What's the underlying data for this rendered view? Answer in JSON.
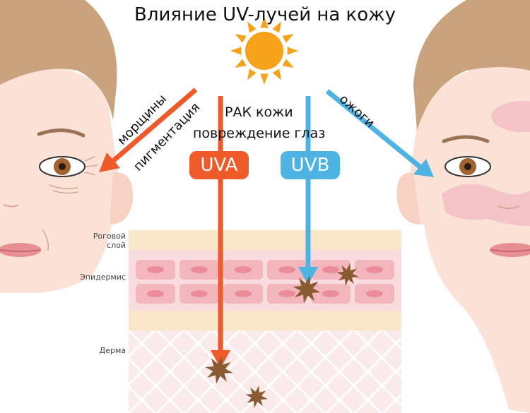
{
  "title": "Влияние UV-лучей на кожу",
  "labels": {
    "skin_cancer": "РАК кожи",
    "eye_damage": "повреждение глаз",
    "wrinkles": "морщины",
    "pigmentation": "пигментация",
    "burns": "ожоги"
  },
  "badges": {
    "uva": "UVA",
    "uvb": "UVB"
  },
  "layers": {
    "horny_line1": "Роговой",
    "horny_line2": "слой",
    "epidermis": "Эпидермис",
    "dermis": "Дерма"
  },
  "colors": {
    "uva": "#ef5a2a",
    "uvb": "#4db3e3",
    "sun": "#f7a21b",
    "skin": "#fbe1d6",
    "hair": "#c9a27e",
    "horny_layer": "#fae6c8",
    "epidermis": "#f9dcdf",
    "cell": "#f4b6bd",
    "dermis": "#fbeaea",
    "damage": "#8a5a33"
  }
}
